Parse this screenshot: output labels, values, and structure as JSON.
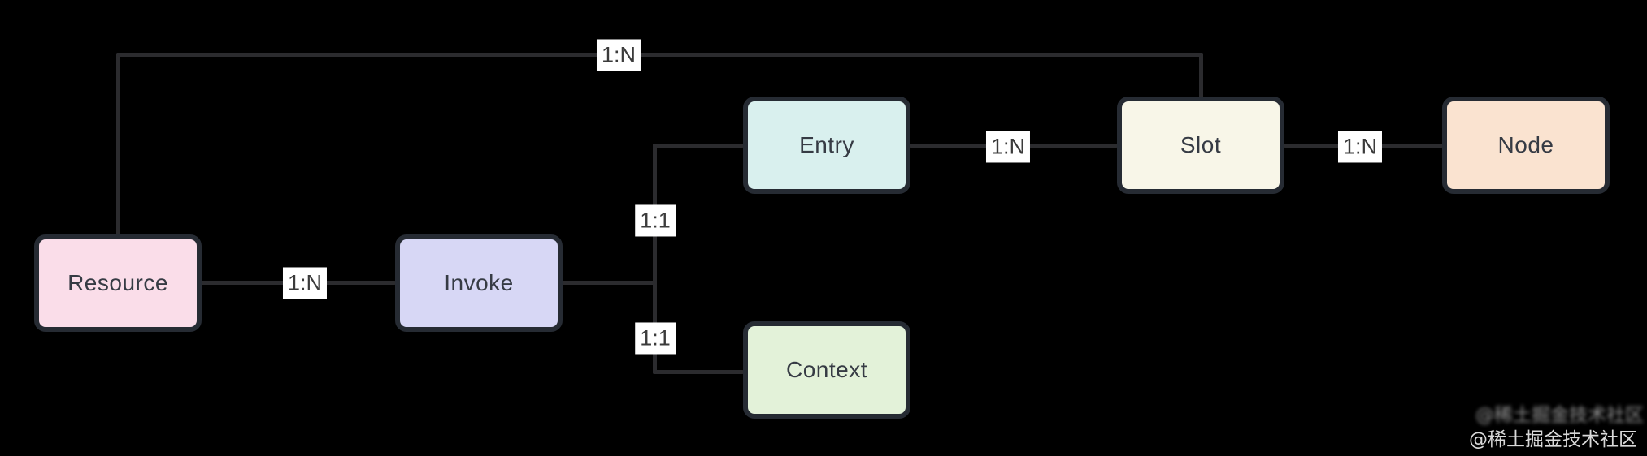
{
  "diagram": {
    "background_color": "#000000",
    "line_color": "#2b2b2e",
    "border_color": "#262b33",
    "label_bg_color": "#ffffff",
    "nodes": [
      {
        "id": "resource",
        "label": "Resource",
        "fill": "#fadde9"
      },
      {
        "id": "invoke",
        "label": "Invoke",
        "fill": "#d7d7f5"
      },
      {
        "id": "entry",
        "label": "Entry",
        "fill": "#d9f0ee"
      },
      {
        "id": "context",
        "label": "Context",
        "fill": "#e3f2d9"
      },
      {
        "id": "slot",
        "label": "Slot",
        "fill": "#f8f6e8"
      },
      {
        "id": "node",
        "label": "Node",
        "fill": "#fae3d0"
      }
    ],
    "edges": [
      {
        "from": "resource",
        "to": "slot",
        "label": "1:N"
      },
      {
        "from": "resource",
        "to": "invoke",
        "label": "1:N"
      },
      {
        "from": "invoke",
        "to": "entry",
        "label": "1:1"
      },
      {
        "from": "invoke",
        "to": "context",
        "label": "1:1"
      },
      {
        "from": "entry",
        "to": "slot",
        "label": "1:N"
      },
      {
        "from": "slot",
        "to": "node",
        "label": "1:N"
      }
    ]
  },
  "watermark": {
    "text": "@稀土掘金技术社区"
  }
}
